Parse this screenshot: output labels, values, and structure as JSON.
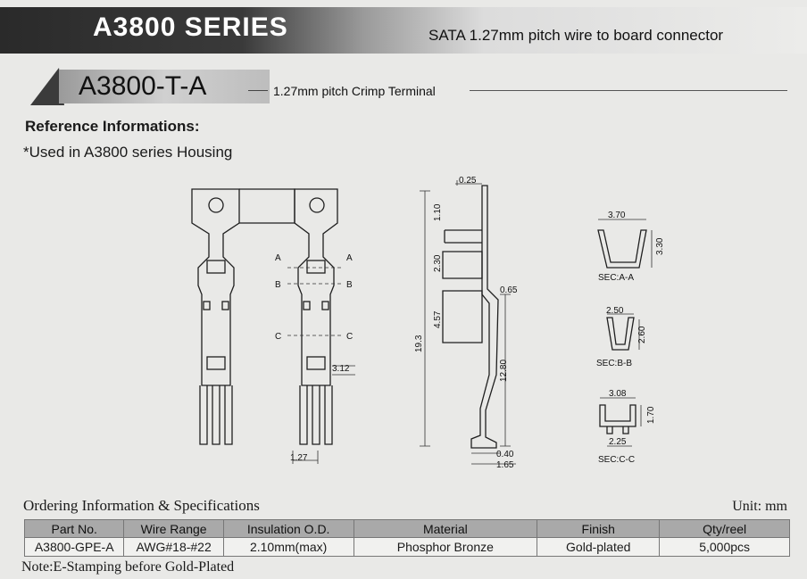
{
  "header": {
    "series_title": "A3800 SERIES",
    "series_subtitle": "SATA 1.27mm pitch wire to board connector"
  },
  "part": {
    "number": "A3800-T-A",
    "description": "1.27mm pitch Crimp Terminal"
  },
  "reference": {
    "title": "Reference Informations:",
    "note": "*Used in A3800 series Housing"
  },
  "drawing": {
    "section_labels": [
      "A",
      "A",
      "B",
      "B",
      "C",
      "C"
    ],
    "front_dims": {
      "d312": "3.12",
      "d127": "1.27"
    },
    "side_dims": {
      "d025": "0.25",
      "d110": "1.10",
      "d230": "2.30",
      "d065": "0.65",
      "d457": "4.57",
      "d193": "19.3",
      "d1280": "12.80",
      "d040": "0.40",
      "d165": "1.65"
    },
    "sections": [
      {
        "name": "SEC:A-A",
        "w": "3.70",
        "h": "3.30"
      },
      {
        "name": "SEC:B-B",
        "w": "2.50",
        "h": "2.60"
      },
      {
        "name": "SEC:C-C",
        "w": "3.08",
        "h": "1.70",
        "b": "2.25"
      }
    ]
  },
  "ordering": {
    "title": "Ordering Information & Specifications",
    "unit": "Unit: mm",
    "columns": [
      "Part No.",
      "Wire Range",
      "Insulation O.D.",
      "Material",
      "Finish",
      "Qty/reel"
    ],
    "rows": [
      [
        "A3800-GPE-A",
        "AWG#18-#22",
        "2.10mm(max)",
        "Phosphor Bronze",
        "Gold-plated",
        "5,000pcs"
      ]
    ],
    "note": "Note:E-Stamping before Gold-Plated"
  }
}
